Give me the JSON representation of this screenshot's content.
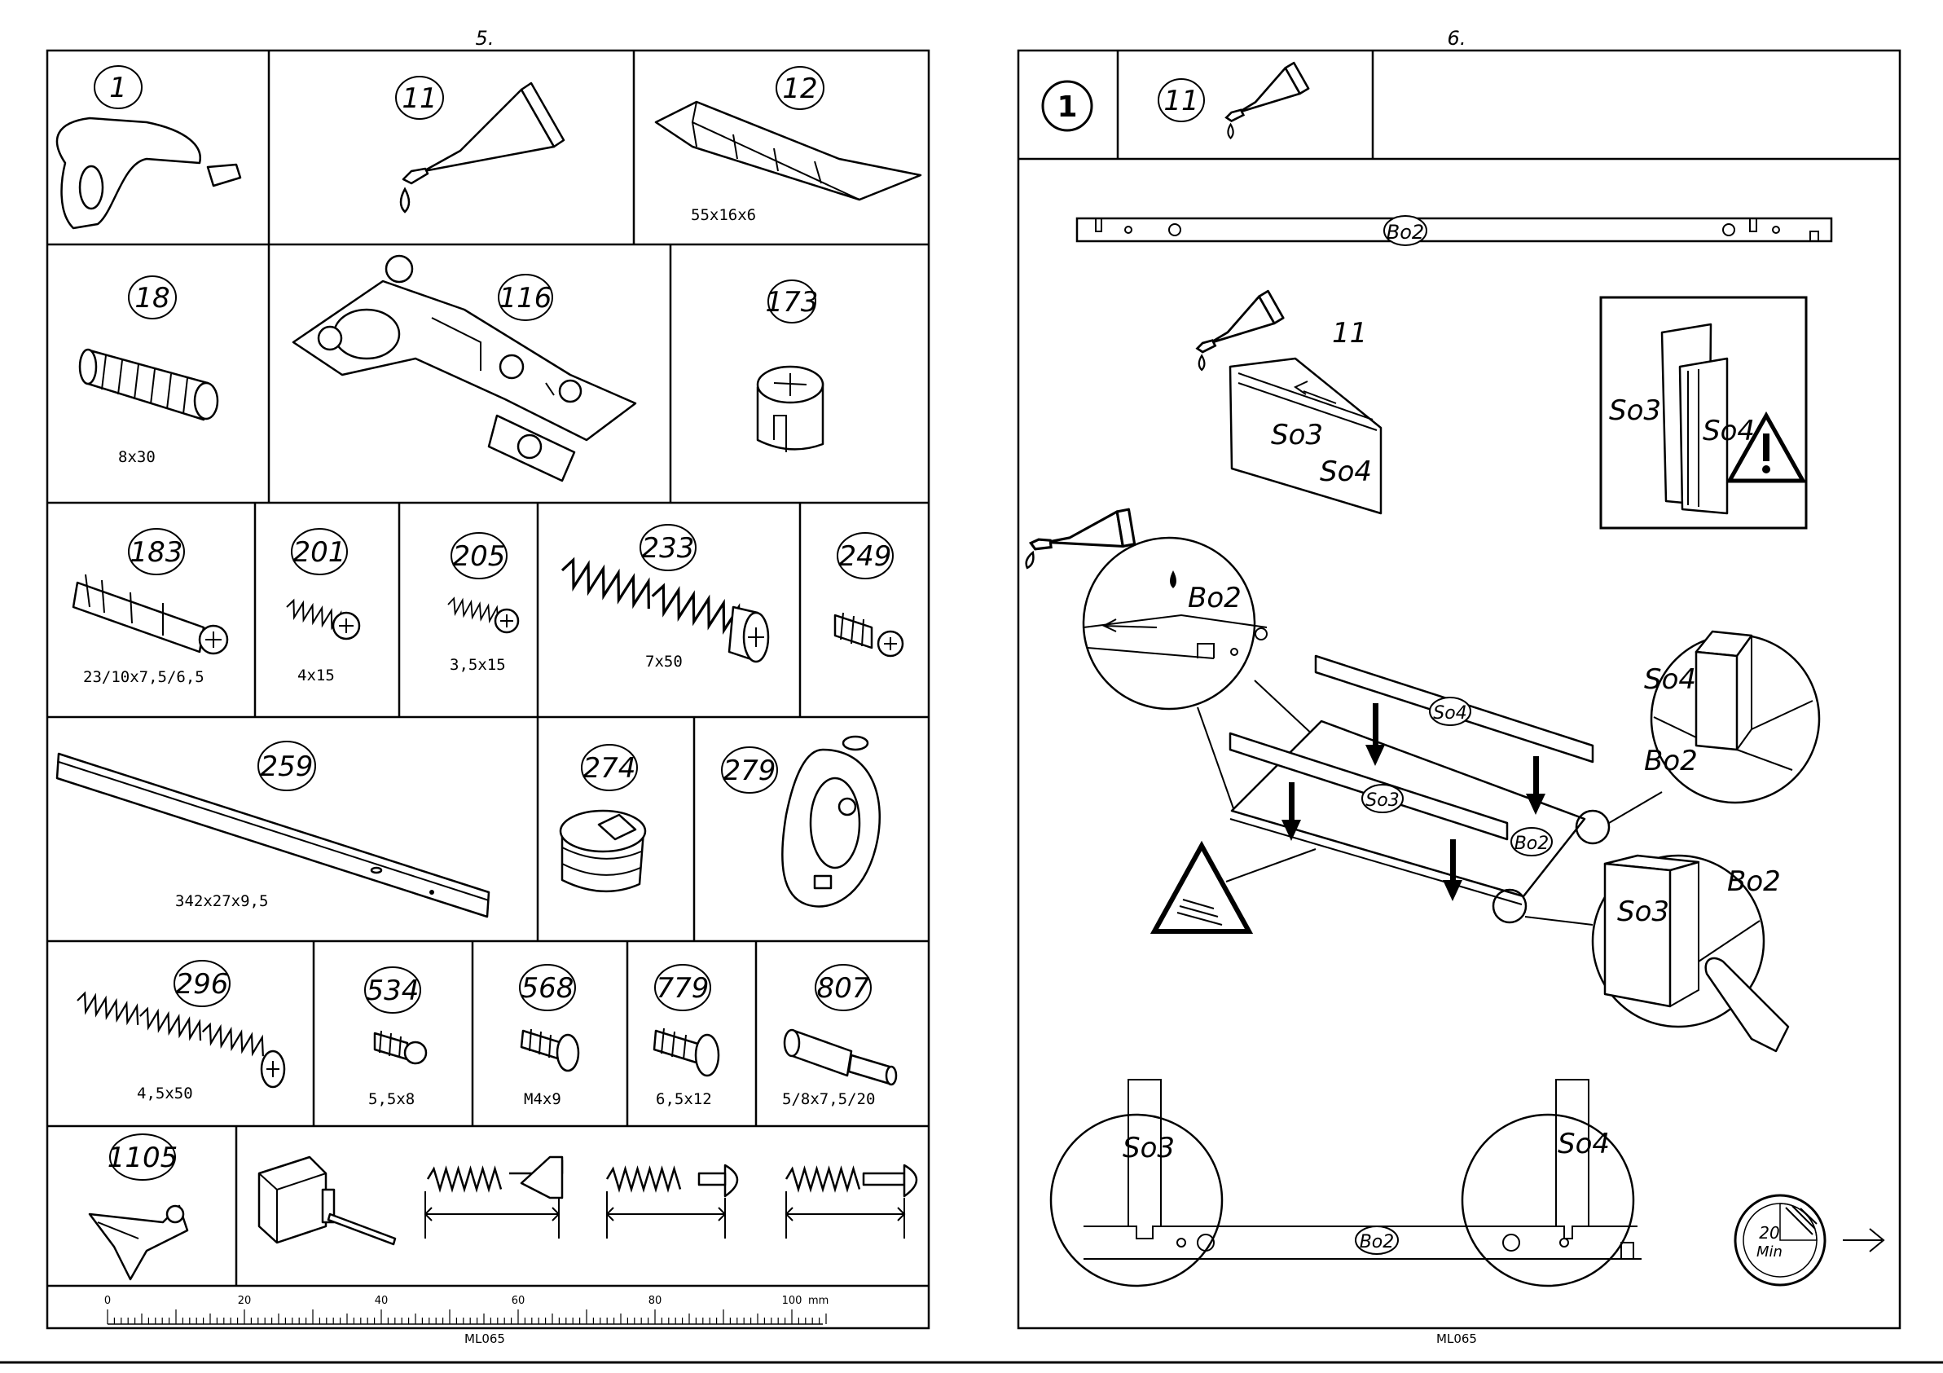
{
  "pages": {
    "left": {
      "number": "5.",
      "footer": "ML065"
    },
    "right": {
      "number": "6.",
      "footer": "ML065"
    }
  },
  "parts": [
    {
      "id": "1"
    },
    {
      "id": "11"
    },
    {
      "id": "12",
      "size": "55x16x6"
    },
    {
      "id": "18",
      "size": "8x30"
    },
    {
      "id": "116"
    },
    {
      "id": "173"
    },
    {
      "id": "183",
      "size": "23/10x7,5/6,5"
    },
    {
      "id": "201",
      "size": "4x15"
    },
    {
      "id": "205",
      "size": "3,5x15"
    },
    {
      "id": "233",
      "size": "7x50"
    },
    {
      "id": "249"
    },
    {
      "id": "259",
      "size": "342x27x9,5"
    },
    {
      "id": "274"
    },
    {
      "id": "279"
    },
    {
      "id": "296",
      "size": "4,5x50"
    },
    {
      "id": "534",
      "size": "5,5x8"
    },
    {
      "id": "568",
      "size": "M4x9"
    },
    {
      "id": "779",
      "size": "6,5x12"
    },
    {
      "id": "807",
      "size": "5/8x7,5/20"
    },
    {
      "id": "1105"
    }
  ],
  "ruler": {
    "ticks": [
      "0",
      "20",
      "40",
      "60",
      "80",
      "100"
    ],
    "unit": "mm"
  },
  "step": {
    "number": "1",
    "glue_part": "11",
    "glue_label": "11",
    "panels": {
      "bo2": "Bo2",
      "so3": "So3",
      "so4": "So4"
    },
    "timer": {
      "value": "20",
      "unit": "Min"
    }
  }
}
